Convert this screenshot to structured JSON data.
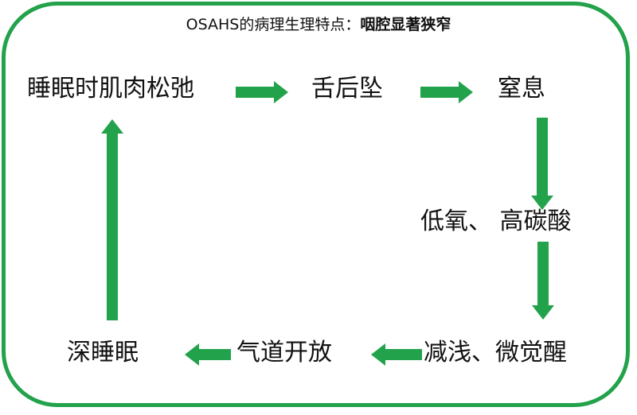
{
  "title": {
    "prefix": "OSAHS的病理生理特点：",
    "emphasis": "咽腔显著狭窄"
  },
  "nodes": {
    "n1": "睡眠时肌肉松弛",
    "n2": "舌后坠",
    "n3": "窒息",
    "n4": "低氧、 高碳酸",
    "n5": "减浅、微觉醒",
    "n6": "气道开放",
    "n7": "深睡眠"
  },
  "colors": {
    "accent": "#22a24a",
    "text": "#111111"
  }
}
